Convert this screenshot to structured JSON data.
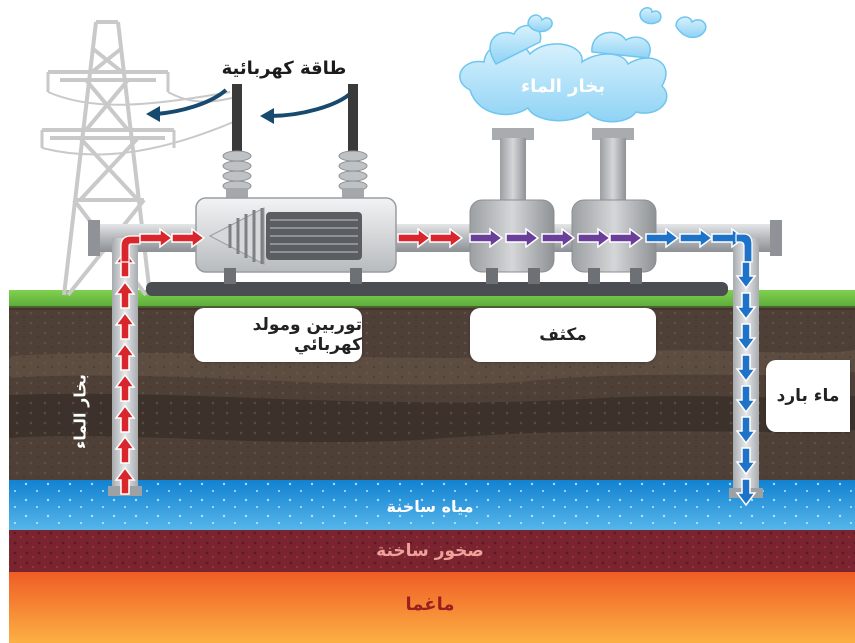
{
  "labels": {
    "electric_power": "طاقة كهربائية",
    "water_vapor_top": "بخار الماء",
    "turbine_generator": "توربين ومولد كهربائي",
    "condenser": "مكثف",
    "cold_water": "ماء بارد",
    "water_vapor_side": "بخار الماء",
    "hot_water": "مياه ساخنة",
    "hot_rocks": "صخور ساخنة",
    "magma": "ماغما"
  },
  "colors": {
    "steam_arrow": "#d9252b",
    "condensing_arrow": "#6a3f9a",
    "cold_arrow": "#1e73c8",
    "power_arrow": "#174a6e",
    "grass": "#6fc247",
    "soil": "#4e4037",
    "hot_water_layer": "#1d8fd6",
    "hot_rock_layer": "#7a2430",
    "magma_layer": "#f47a22"
  },
  "icons": {
    "tower": "power-tower-icon",
    "cloud": "cloud-icon"
  }
}
